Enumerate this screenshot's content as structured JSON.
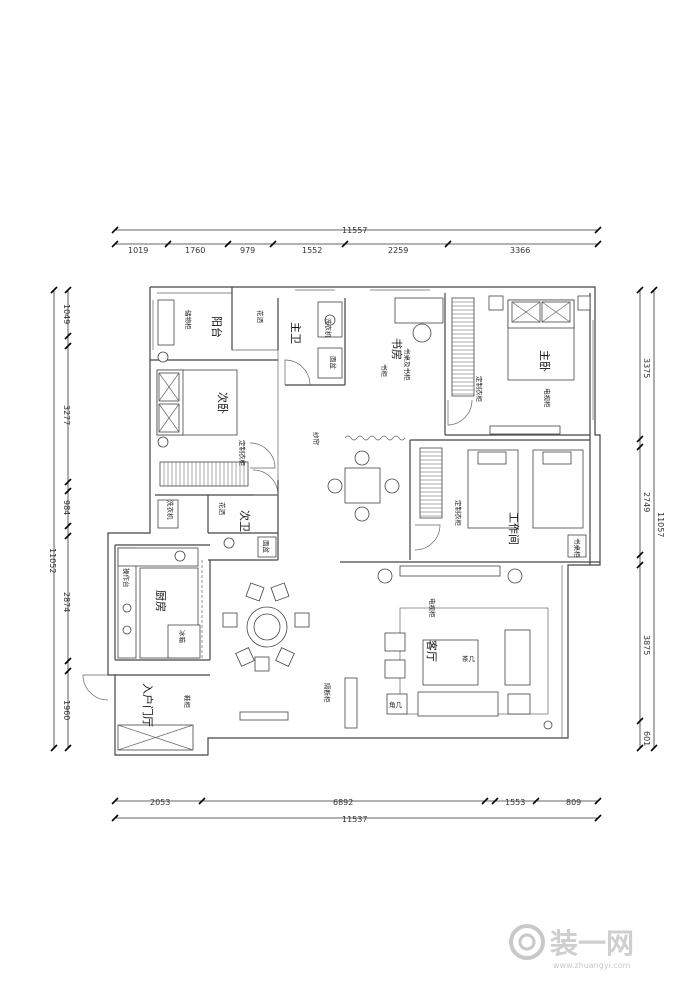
{
  "dimensions": {
    "top_total": "11557",
    "top_segments": [
      "1019",
      "1760",
      "979",
      "1552",
      "2259",
      "3366"
    ],
    "bottom_total": "11537",
    "bottom_segments": [
      "2053",
      "6892",
      "1553",
      "809"
    ],
    "left_total": "11052",
    "left_segments": [
      "1049",
      "3277",
      "984",
      "2874",
      "1960"
    ],
    "right_total": "11057",
    "right_segments": [
      "3375",
      "2749",
      "3875",
      "601"
    ]
  },
  "rooms": {
    "balcony": "阳台",
    "master_bath": "主卫",
    "study": "书房",
    "master_bedroom": "主卧",
    "second_bedroom": "次卧",
    "second_bath": "次卫",
    "workroom": "工作间",
    "kitchen": "厨房",
    "living_room": "客厅",
    "entry_hall": "入户门厅"
  },
  "labels": {
    "balcony_cabinet": "储物柜",
    "shower_bath": "花洒",
    "shower_second": "花洒",
    "washer_master": "洗衣机",
    "washer_second": "洗衣机",
    "basin_master": "面盆",
    "basin_second": "面盆",
    "desk": "书桌及书柜",
    "bookcase": "书柜",
    "custom_wardrobe_second": "定制衣柜",
    "custom_wardrobe_master": "定制衣柜",
    "custom_wardrobe_work": "定制衣柜",
    "tv_master": "电视柜",
    "tv_living": "电视柜",
    "yarn_curtain": "纱帘",
    "counter": "操作台",
    "fridge": "冰箱",
    "shoe_cabinet": "鞋柜",
    "partition": "隔断柜",
    "coffee_table": "茶几",
    "side_table": "角几",
    "desk_lamp": "书桌柜"
  },
  "watermark": {
    "brand": "装一网",
    "url": "www.zhuangyi.com"
  }
}
